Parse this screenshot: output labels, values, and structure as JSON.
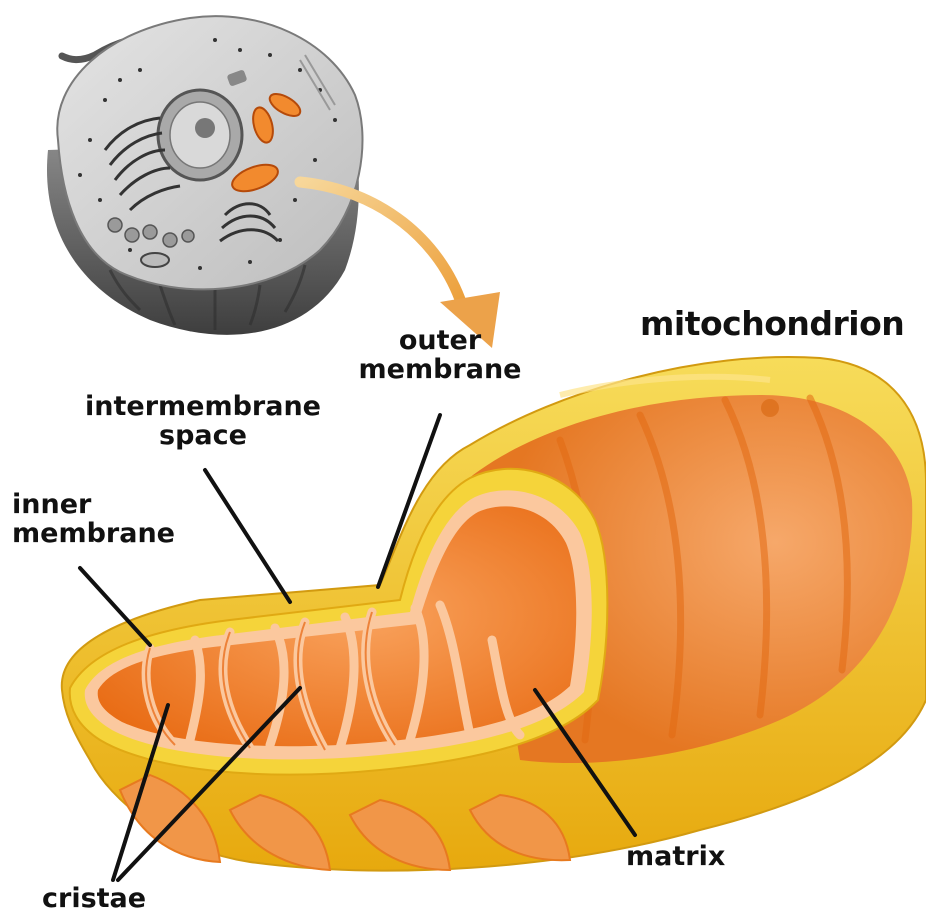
{
  "title": "mitochondrion",
  "labels": {
    "outer_membrane": [
      "outer",
      "membrane"
    ],
    "intermembrane_space": [
      "intermembrane",
      "space"
    ],
    "inner_membrane": [
      "inner",
      "membrane"
    ],
    "matrix": "matrix",
    "cristae": "cristae"
  },
  "colors": {
    "outer_membrane": "#f2c21c",
    "matrix": "#f07a22",
    "inner_membrane": "#f9c39a",
    "arrow": "#f0b257",
    "cell_cytoplasm": "#c9c9c9"
  }
}
